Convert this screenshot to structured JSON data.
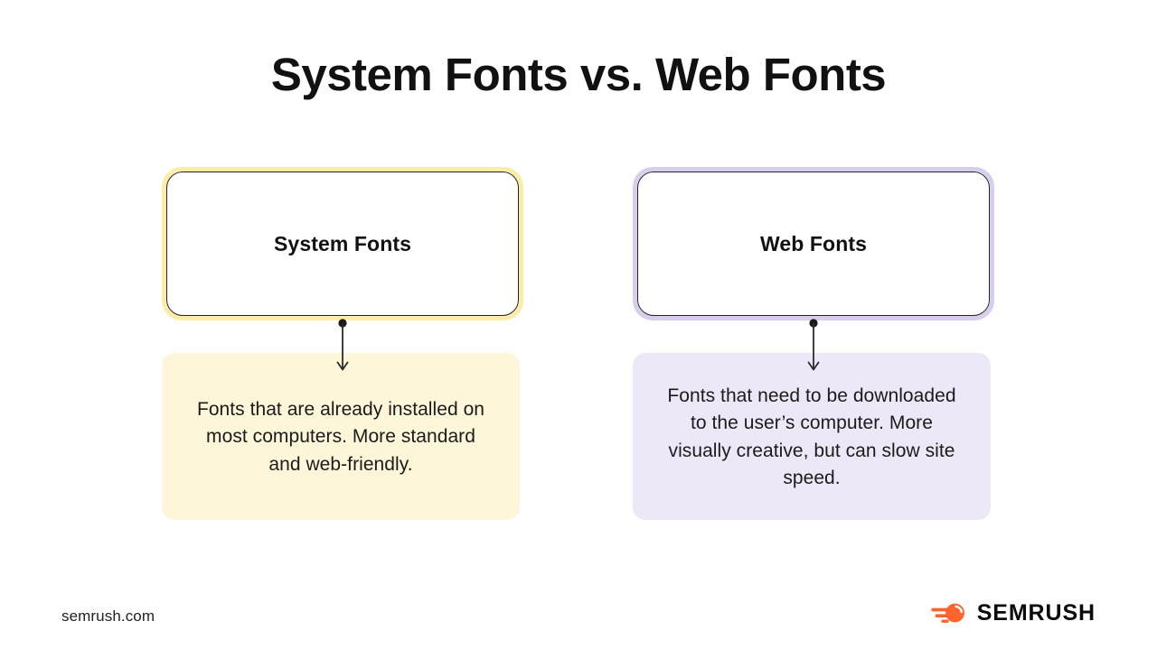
{
  "page": {
    "title": "System Fonts vs. Web Fonts",
    "background_color": "#ffffff"
  },
  "columns": [
    {
      "id": "system-fonts",
      "header_label": "System Fonts",
      "description": "Fonts that are already installed on most computers. More standard and web-friendly.",
      "accent_border_color": "#FBEDA6",
      "fill_color": "#FDF6D9",
      "outline_color": "#232323",
      "connector_icon": "down-arrow-connector-icon"
    },
    {
      "id": "web-fonts",
      "header_label": "Web Fonts",
      "description": "Fonts that need to be downloaded to the user’s computer. More visually creative, but can slow site speed.",
      "accent_border_color": "#D9CDEE",
      "fill_color": "#EDE8F7",
      "outline_color": "#232323",
      "connector_icon": "down-arrow-connector-icon"
    }
  ],
  "footer": {
    "url": "semrush.com",
    "brand_name": "SEMRUSH",
    "brand_icon": "semrush-comet-icon",
    "brand_color": "#FF642D"
  }
}
